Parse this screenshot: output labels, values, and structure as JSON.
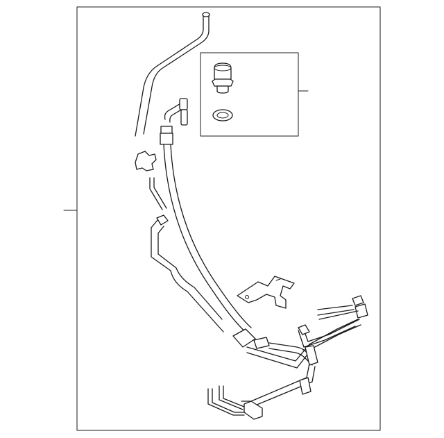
{
  "diagram": {
    "kind": "parts-illustration",
    "parts": [
      {
        "id": "pressure-hose-assembly",
        "icon": "hose-assembly-icon"
      },
      {
        "id": "pressure-switch",
        "icon": "pressure-switch-icon"
      },
      {
        "id": "o-ring-seal",
        "icon": "o-ring-icon"
      },
      {
        "id": "mounting-bracket",
        "icon": "bracket-icon"
      },
      {
        "id": "return-hose",
        "icon": "hose-icon"
      },
      {
        "id": "clip",
        "icon": "clip-icon"
      }
    ],
    "callouts": [
      {
        "id": "callout-main-assembly",
        "label": ""
      },
      {
        "id": "callout-switch-detail",
        "label": ""
      }
    ],
    "colors": {
      "stroke": "#1a1a1a",
      "background": "#ffffff"
    }
  }
}
